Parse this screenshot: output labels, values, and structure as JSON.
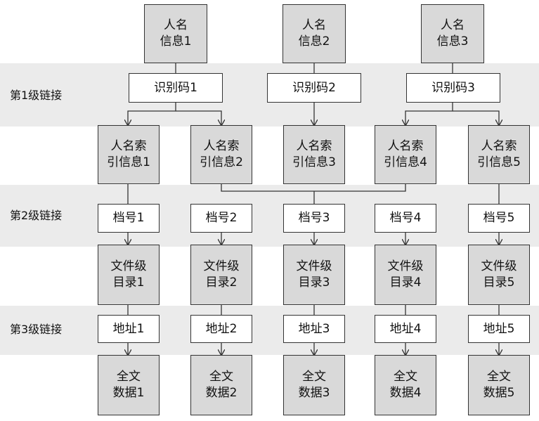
{
  "bands": [
    "第1级链接",
    "第2级链接",
    "第3级链接"
  ],
  "person_info": [
    {
      "line1": "人名",
      "line2": "信息1"
    },
    {
      "line1": "人名",
      "line2": "信息2"
    },
    {
      "line1": "人名",
      "line2": "信息3"
    }
  ],
  "id_codes": [
    "识别码1",
    "识别码2",
    "识别码3"
  ],
  "name_index": [
    {
      "line1": "人名索",
      "line2": "引信息1"
    },
    {
      "line1": "人名索",
      "line2": "引信息2"
    },
    {
      "line1": "人名索",
      "line2": "引信息3"
    },
    {
      "line1": "人名索",
      "line2": "引信息4"
    },
    {
      "line1": "人名索",
      "line2": "引信息5"
    }
  ],
  "archive_nums": [
    "档号1",
    "档号2",
    "档号3",
    "档号4",
    "档号5"
  ],
  "file_catalog": [
    {
      "line1": "文件级",
      "line2": "目录1"
    },
    {
      "line1": "文件级",
      "line2": "目录2"
    },
    {
      "line1": "文件级",
      "line2": "目录3"
    },
    {
      "line1": "文件级",
      "line2": "目录4"
    },
    {
      "line1": "文件级",
      "line2": "目录5"
    }
  ],
  "addresses": [
    "地址1",
    "地址2",
    "地址3",
    "地址4",
    "地址5"
  ],
  "fulltext": [
    {
      "line1": "全文",
      "line2": "数据1"
    },
    {
      "line1": "全文",
      "line2": "数据2"
    },
    {
      "line1": "全文",
      "line2": "数据3"
    },
    {
      "line1": "全文",
      "line2": "数据4"
    },
    {
      "line1": "全文",
      "line2": "数据5"
    }
  ]
}
